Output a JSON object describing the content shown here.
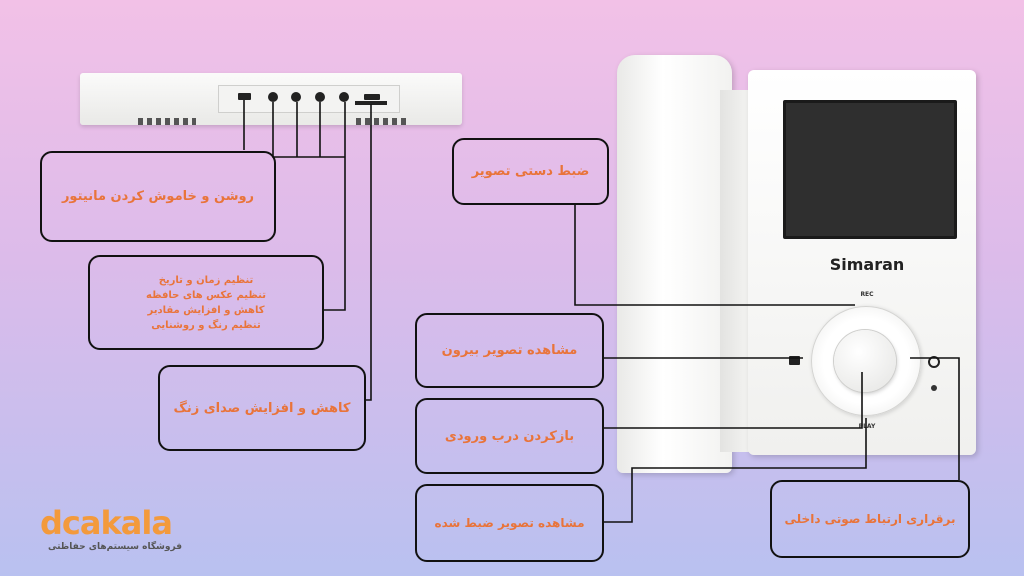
{
  "device": {
    "brand": "Simaran",
    "rec_label": "REC",
    "play_label": "PLAY"
  },
  "callouts": {
    "power": "روشن و خاموش کردن مانیتور",
    "settings": [
      "تنظیم زمان و تاریخ",
      "تنظیم عکس های حافظه",
      "کاهش و افزایش مقادیر",
      "تنظیم رنگ و روشنایی"
    ],
    "ring_volume": "کاهش و افزایش صدای زنگ",
    "manual_record": "ضبط دستی تصویر",
    "view_outside": "مشاهده تصویر بیرون",
    "open_door": "بازکردن درب ورودی",
    "view_recorded": "مشاهده تصویر ضبط شده",
    "intercom": "برقراری ارتباط صوتی داخلی"
  },
  "logo": {
    "name": "dcakala",
    "tagline": "فروشگاه سیستم‌های حفاظتی"
  },
  "colors": {
    "accent": "#e9743a",
    "outline": "#111111",
    "device": "#f7f7f5"
  }
}
